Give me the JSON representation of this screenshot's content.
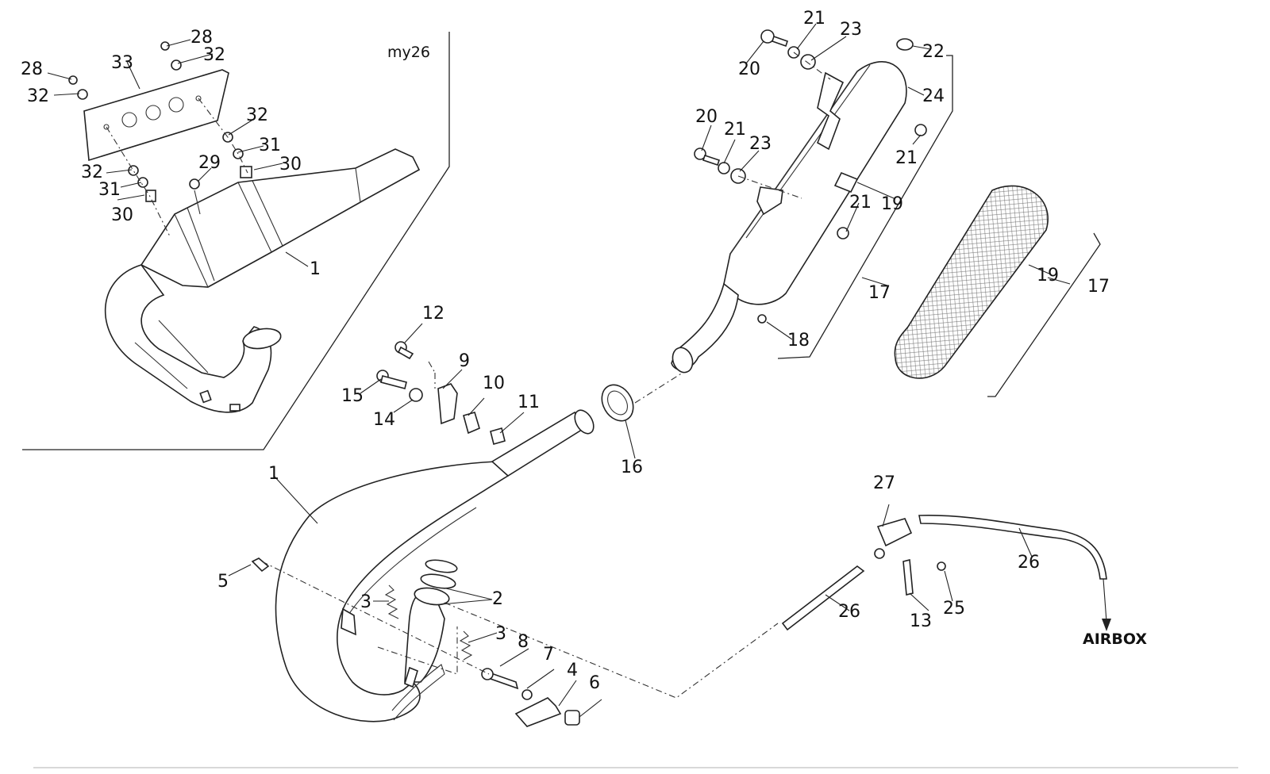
{
  "inset_variant_label": "my26",
  "airbox_label": "AIRBOX",
  "callouts": {
    "c1a": "1",
    "c1b": "1",
    "c2": "2",
    "c3a": "3",
    "c3b": "3",
    "c4": "4",
    "c5": "5",
    "c6": "6",
    "c7": "7",
    "c8": "8",
    "c9": "9",
    "c10": "10",
    "c11": "11",
    "c12": "12",
    "c13": "13",
    "c14": "14",
    "c15": "15",
    "c16": "16",
    "c17a": "17",
    "c17b": "17",
    "c18": "18",
    "c19a": "19",
    "c19b": "19",
    "c20a": "20",
    "c20b": "20",
    "c21a": "21",
    "c21b": "21",
    "c21c": "21",
    "c21d": "21",
    "c22": "22",
    "c23a": "23",
    "c23b": "23",
    "c24": "24",
    "c25": "25",
    "c26a": "26",
    "c26b": "26",
    "c27": "27",
    "c28a": "28",
    "c28b": "28",
    "c29": "29",
    "c30a": "30",
    "c30b": "30",
    "c31a": "31",
    "c31b": "31",
    "c32a": "32",
    "c32b": "32",
    "c32c": "32",
    "c32d": "32",
    "c33": "33"
  },
  "colors": {
    "line": "#222222",
    "background": "#ffffff"
  }
}
